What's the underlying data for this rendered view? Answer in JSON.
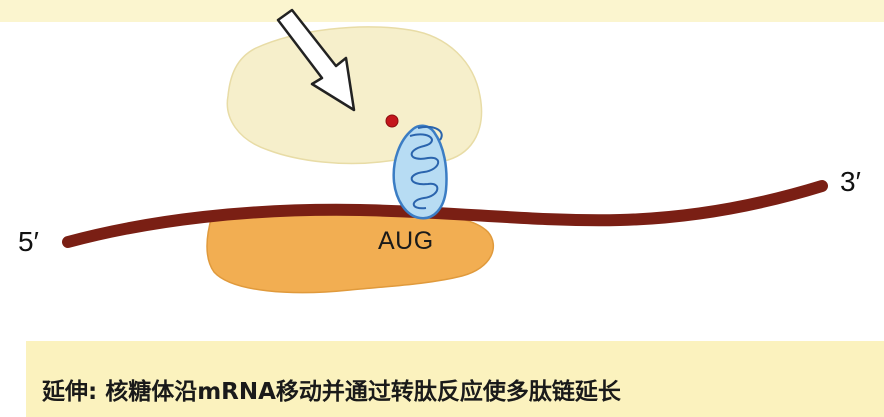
{
  "labels": {
    "five_prime": "5′",
    "three_prime": "3′",
    "codon": "AUG"
  },
  "caption": {
    "text": "延伸: 核糖体沿mRNA移动并通过转肽反应使多肽链延长"
  },
  "colors": {
    "mrna": "#7a1f14",
    "large_subunit": "#f6efcb",
    "small_subunit": "#f2ae52",
    "trna": "#b7dcf3",
    "trna_outline": "#3b7dc4",
    "amino_acid": "#c4161c",
    "caption_bg": "#fbf2be",
    "top_band": "#fbf5cf"
  }
}
